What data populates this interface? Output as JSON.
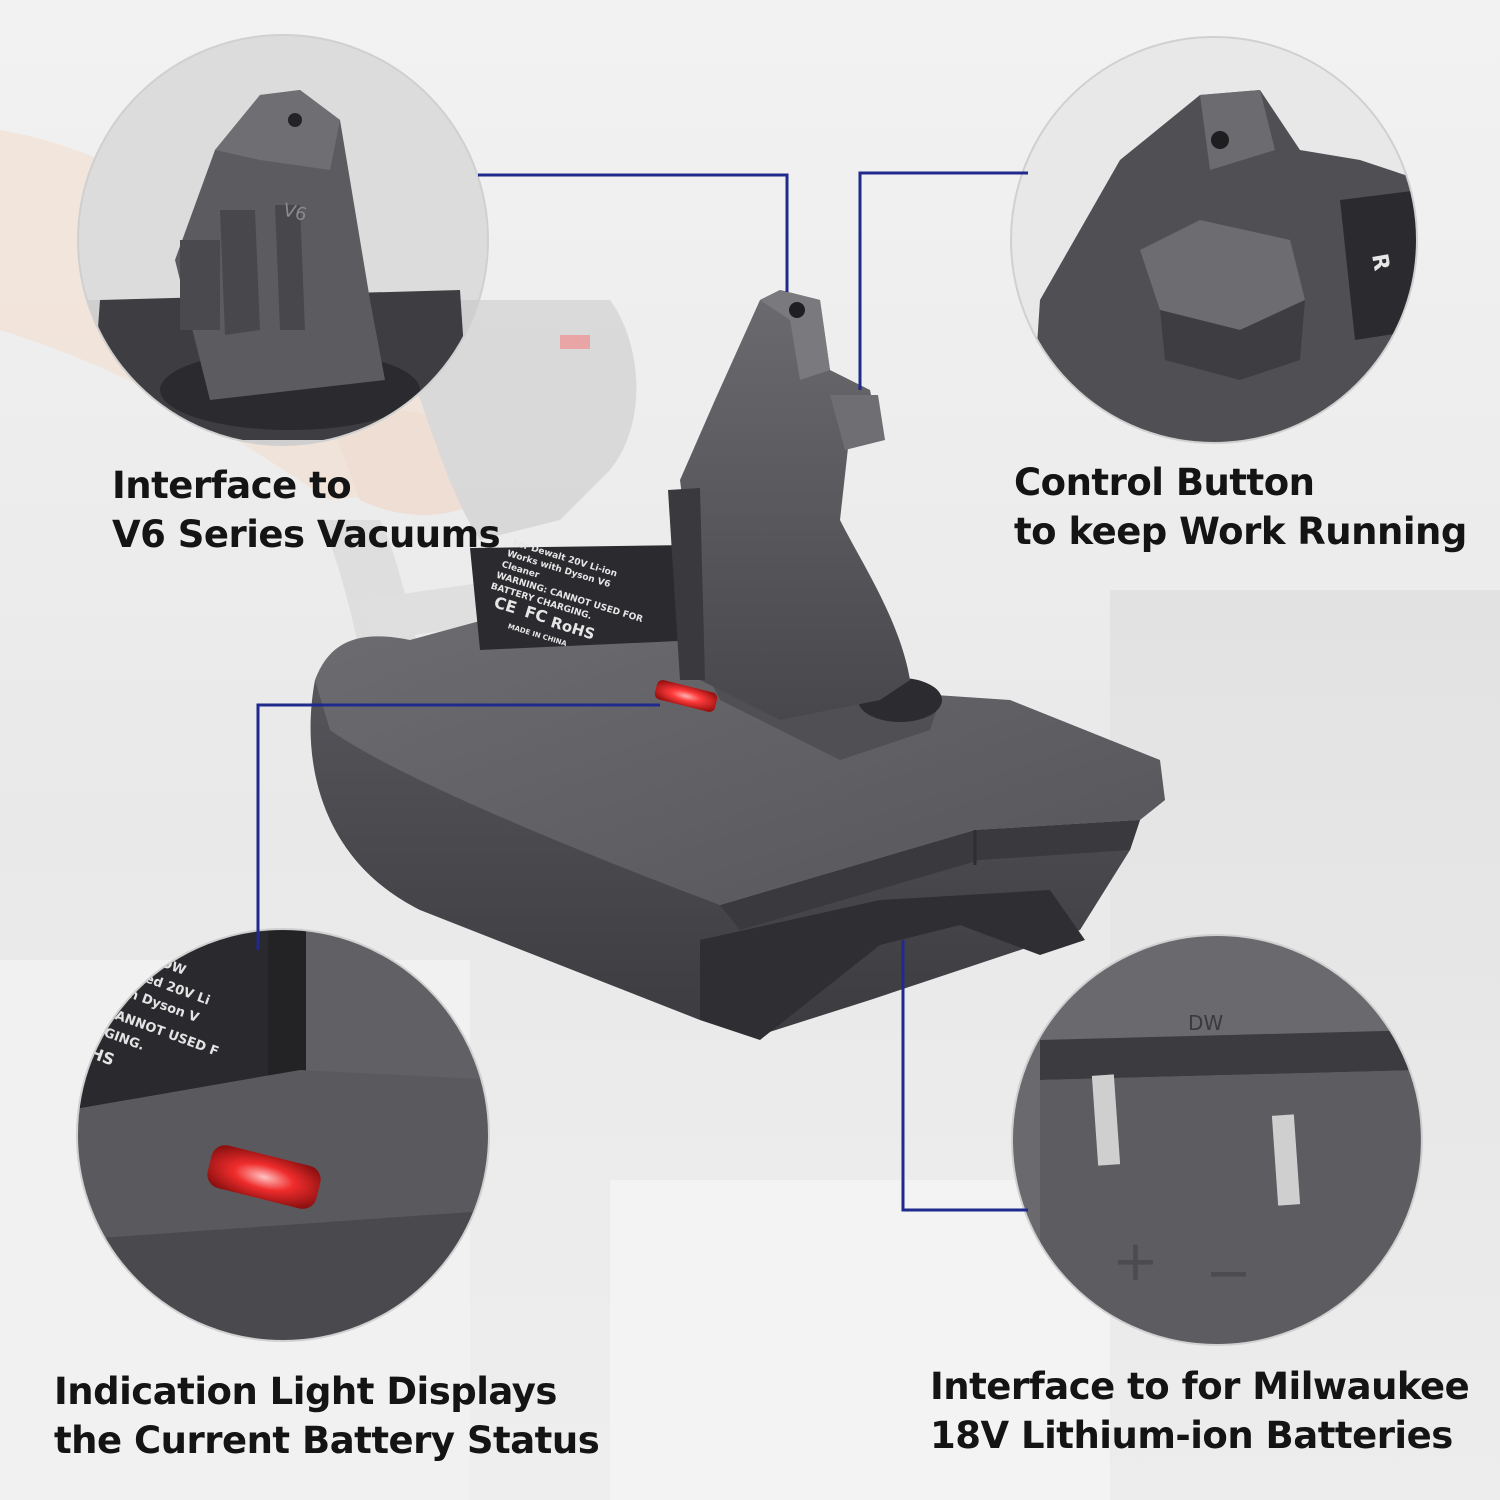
{
  "callouts": {
    "v6_interface": {
      "line1": "Interface to",
      "line2": "V6 Series Vacuums"
    },
    "control_button": {
      "line1": "Control Button",
      "line2": "to keep Work Running"
    },
    "indication_light": {
      "line1": "Indication Light Displays",
      "line2": "the Current Battery Status"
    },
    "battery_interface": {
      "line1": "Interface to for Milwaukee",
      "line2": "18V Lithium-ion Batteries"
    }
  },
  "product_label": {
    "line1": "For Dewalt 20V Li-ion",
    "line2": "Works with Dyson V6",
    "line3": "Cleaner",
    "line4": "WARNING: CANNOT USED FOR",
    "line5": "BATTERY CHARGING.",
    "ce_mark": "CE",
    "fc_mark": "FC",
    "rohs_mark": "RoHS",
    "origin": "MADE IN CHINA"
  },
  "port_label": "DW",
  "terminal_plus": "+",
  "terminal_minus": "−",
  "v6_mark": "V6",
  "colors": {
    "connector_line": "#1f2a8c",
    "led_red": "#e3242b",
    "housing": "#5b5b5f",
    "housing_dark": "#3c3c40"
  }
}
